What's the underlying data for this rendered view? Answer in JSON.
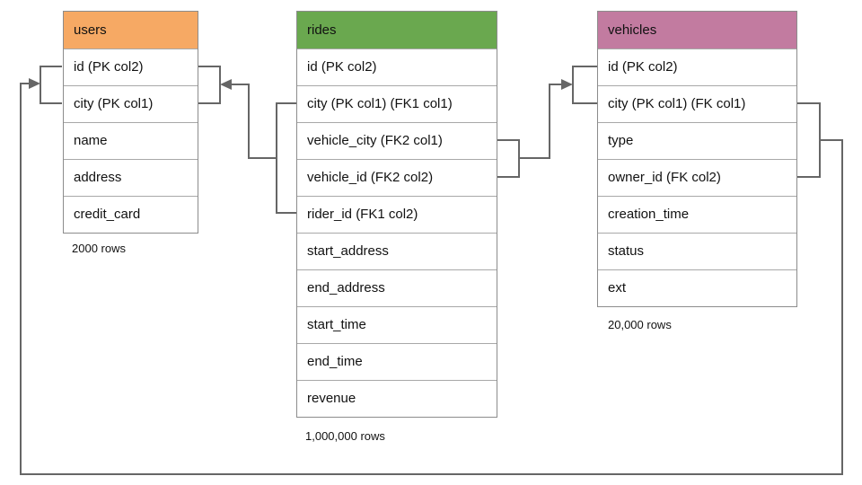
{
  "diagram": {
    "background_color": "#ffffff",
    "connector_color": "#666666",
    "tables": {
      "users": {
        "title": "users",
        "header_color": "#f6a964",
        "columns": [
          "id (PK col2)",
          "city (PK col1)",
          "name",
          "address",
          "credit_card"
        ],
        "row_count": "2000 rows"
      },
      "rides": {
        "title": "rides",
        "header_color": "#6aa84f",
        "columns": [
          "id (PK col2)",
          "city (PK col1) (FK1 col1)",
          "vehicle_city (FK2 col1)",
          "vehicle_id (FK2 col2)",
          "rider_id (FK1 col2)",
          "start_address",
          "end_address",
          "start_time",
          "end_time",
          "revenue"
        ],
        "row_count": "1,000,000 rows"
      },
      "vehicles": {
        "title": "vehicles",
        "header_color": "#c27ba0",
        "columns": [
          "id (PK col2)",
          "city (PK col1) (FK col1)",
          "type",
          "owner_id (FK col2)",
          "creation_time",
          "status",
          "ext"
        ],
        "row_count": "20,000 rows"
      }
    },
    "relationships": [
      {
        "name": "rides-to-users",
        "fk": "FK1",
        "from_columns": "rides.city, rides.rider_id",
        "to_columns": "users.id, users.city"
      },
      {
        "name": "rides-to-vehicles",
        "fk": "FK2",
        "from_columns": "rides.vehicle_city, rides.vehicle_id",
        "to_columns": "vehicles.id, vehicles.city"
      },
      {
        "name": "vehicles-to-users",
        "fk": "FK",
        "from_columns": "vehicles.city, vehicles.owner_id",
        "to_columns": "users.id, users.city"
      }
    ]
  }
}
